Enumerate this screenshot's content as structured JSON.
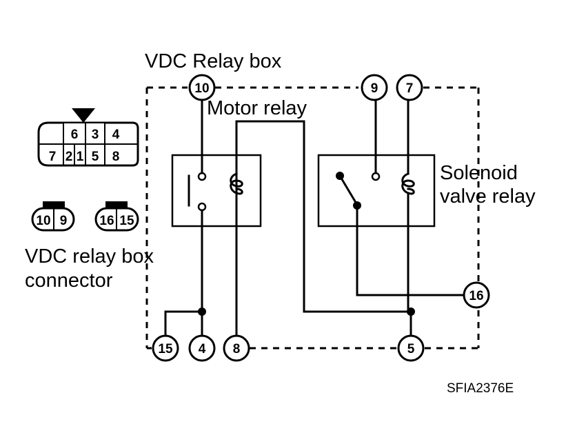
{
  "title": "VDC Relay box",
  "motor_relay_label": "Motor relay",
  "solenoid_relay_label": [
    "Solenoid",
    "valve relay"
  ],
  "connector_label": [
    "VDC relay box",
    "connector"
  ],
  "figure_code": "SFIA2376E",
  "terminals": {
    "t10": "10",
    "t9": "9",
    "t7": "7",
    "t16": "16",
    "t15": "15",
    "t4": "4",
    "t8": "8",
    "t5": "5"
  },
  "connector_main_pins": {
    "top": [
      "6",
      "3",
      "4"
    ],
    "bottom": [
      "7",
      "2",
      "1",
      "5",
      "8"
    ]
  },
  "small_connector_a": [
    "10",
    "9"
  ],
  "small_connector_b": [
    "16",
    "15"
  ]
}
